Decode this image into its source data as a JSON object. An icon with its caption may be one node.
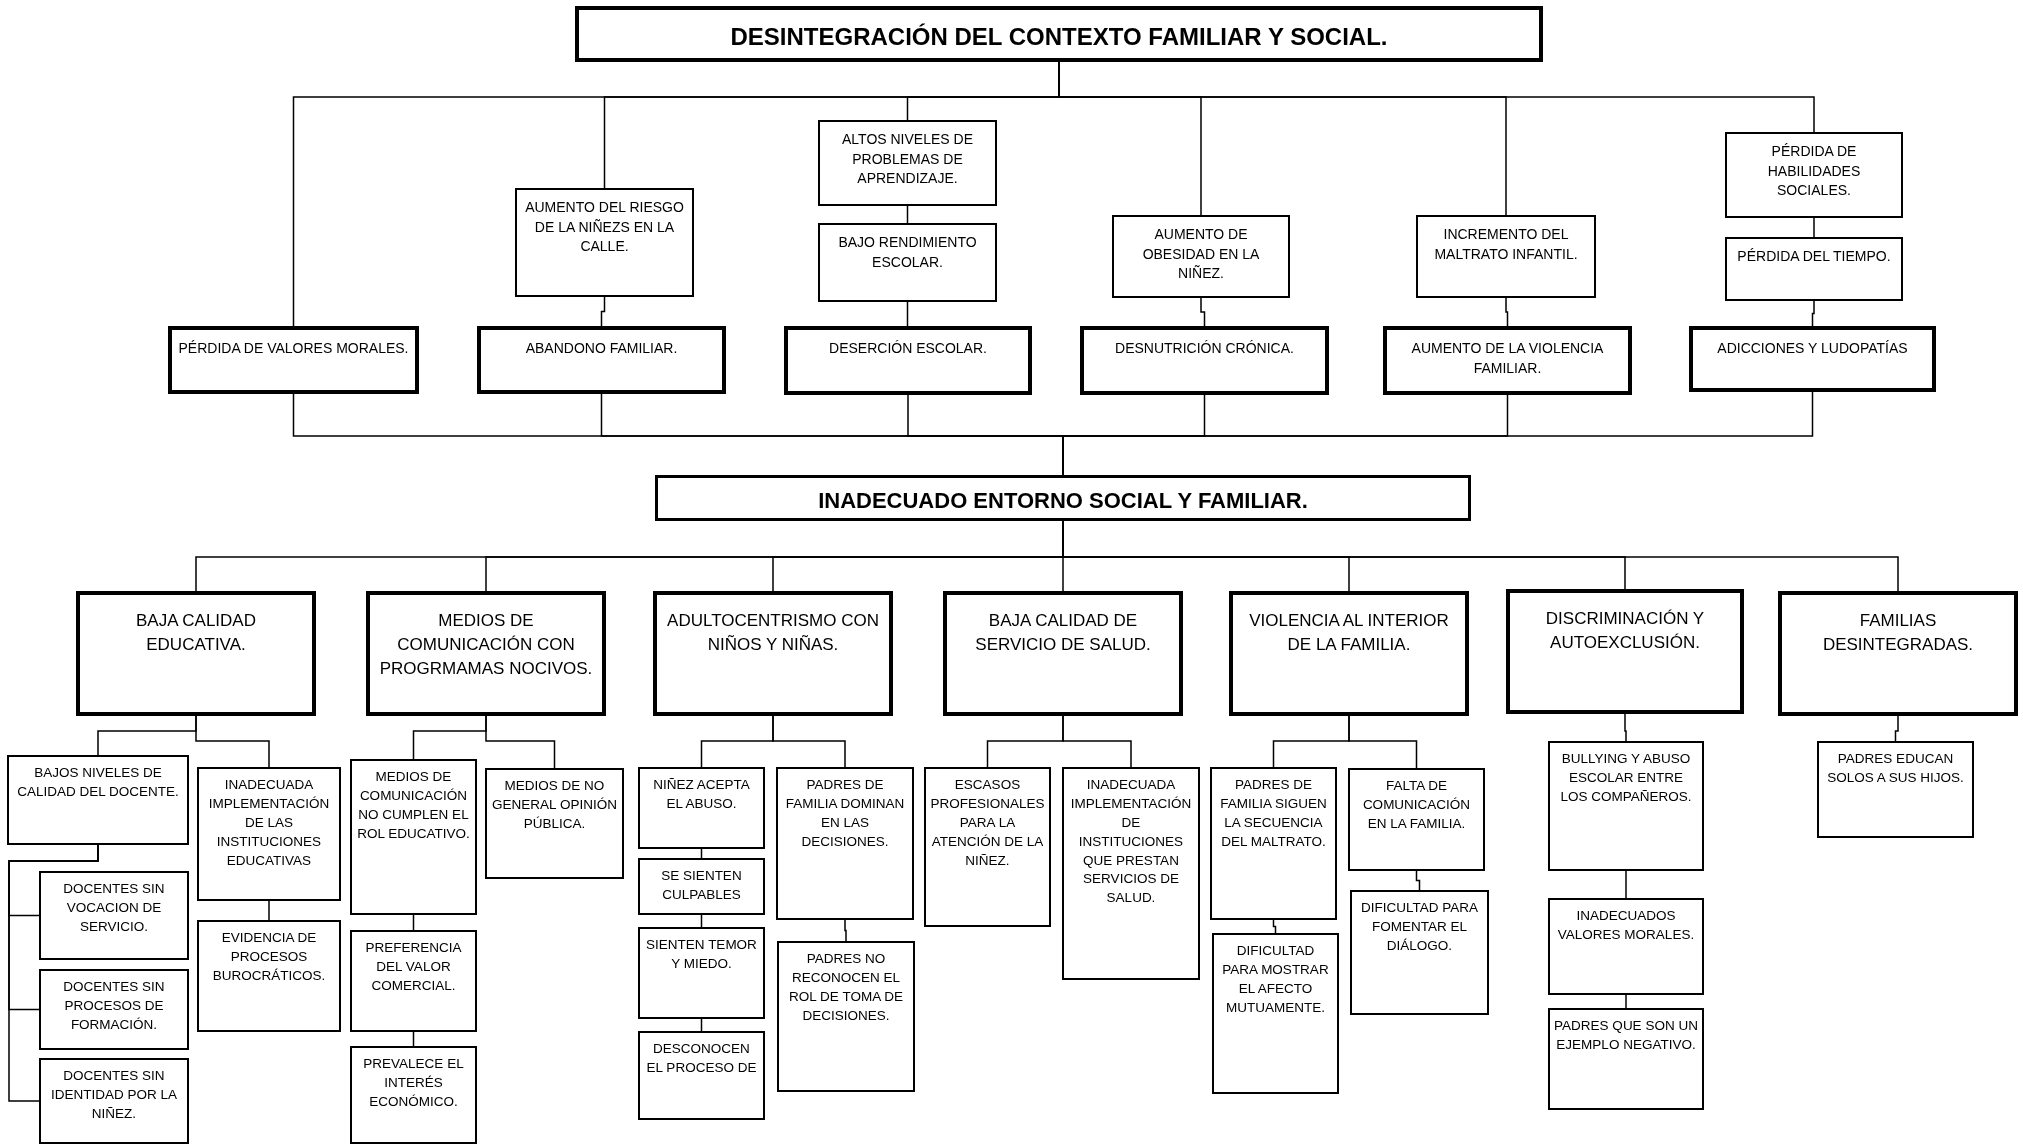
{
  "diagram": {
    "nodes": [
      {
        "text": [
          "DESINTEGRACIÓN DEL CONTEXTO FAMILIAR Y SOCIAL."
        ]
      },
      {
        "text": [
          "PÉRDIDA DE VALORES MORALES."
        ]
      },
      {
        "text": [
          "AUMENTO DEL RIESGO DE LA NIÑEZS EN LA CALLE."
        ]
      },
      {
        "text": [
          "ABANDONO FAMILIAR."
        ]
      },
      {
        "text": [
          "ALTOS NIVELES DE PROBLEMAS DE APRENDIZAJE."
        ]
      },
      {
        "text": [
          "BAJO RENDIMIENTO ESCOLAR."
        ]
      },
      {
        "text": [
          "DESERCIÓN ESCOLAR."
        ]
      },
      {
        "text": [
          "AUMENTO DE OBESIDAD EN LA NIÑEZ."
        ]
      },
      {
        "text": [
          "DESNUTRICIÓN CRÓNICA."
        ]
      },
      {
        "text": [
          "INCREMENTO DEL MALTRATO INFANTIL."
        ]
      },
      {
        "text": [
          "AUMENTO DE LA VIOLENCIA FAMILIAR."
        ]
      },
      {
        "text": [
          "PÉRDIDA DE HABILIDADES SOCIALES."
        ]
      },
      {
        "text": [
          "PÉRDIDA DEL TIEMPO."
        ]
      },
      {
        "text": [
          "ADICCIONES Y LUDOPATÍAS"
        ]
      },
      {
        "text": [
          "INADECUADO ENTORNO SOCIAL Y FAMILIAR."
        ]
      },
      {
        "text": [
          "BAJA CALIDAD EDUCATIVA."
        ]
      },
      {
        "text": [
          "MEDIOS DE COMUNICACIÓN CON PROGRMAMAS NOCIVOS."
        ]
      },
      {
        "text": [
          "ADULTOCENTRISMO CON NIÑOS Y NIÑAS."
        ]
      },
      {
        "text": [
          "BAJA CALIDAD DE SERVICIO DE SALUD."
        ]
      },
      {
        "text": [
          "VIOLENCIA AL INTERIOR DE LA FAMILIA."
        ]
      },
      {
        "text": [
          "DISCRIMINACIÓN Y AUTOEXCLUSIÓN."
        ]
      },
      {
        "text": [
          "FAMILIAS DESINTEGRADAS."
        ]
      },
      {
        "text": [
          "BAJOS NIVELES DE CALIDAD DEL DOCENTE."
        ]
      },
      {
        "text": [
          "DOCENTES SIN VOCACION DE SERVICIO."
        ]
      },
      {
        "text": [
          "DOCENTES SIN PROCESOS DE FORMACIÓN."
        ]
      },
      {
        "text": [
          "DOCENTES SIN IDENTIDAD POR LA NIÑEZ."
        ]
      },
      {
        "text": [
          "INADECUADA IMPLEMENTACIÓN DE LAS INSTITUCIONES EDUCATIVAS"
        ]
      },
      {
        "text": [
          "EVIDENCIA DE PROCESOS BUROCRÁTICOS."
        ]
      },
      {
        "text": [
          "MEDIOS DE COMUNICACIÓN NO CUMPLEN EL ROL EDUCATIVO."
        ]
      },
      {
        "text": [
          "PREFERENCIA DEL VALOR COMERCIAL."
        ]
      },
      {
        "text": [
          "PREVALECE EL INTERÉS ECONÓMICO."
        ]
      },
      {
        "text": [
          "MEDIOS DE NO GENERAL OPINIÓN PÚBLICA."
        ]
      },
      {
        "text": [
          "NIÑEZ ACEPTA EL ABUSO."
        ]
      },
      {
        "text": [
          "SE SIENTEN CULPABLES"
        ]
      },
      {
        "text": [
          "SIENTEN TEMOR Y MIEDO."
        ]
      },
      {
        "text": [
          "DESCONOCEN EL PROCESO DE"
        ]
      },
      {
        "text": [
          "PADRES DE FAMILIA DOMINAN EN LAS DECISIONES."
        ]
      },
      {
        "text": [
          "PADRES NO RECONOCEN EL ROL DE TOMA DE DECISIONES."
        ]
      },
      {
        "text": [
          "ESCASOS PROFESIONALES PARA LA ATENCIÓN DE LA NIÑEZ."
        ]
      },
      {
        "text": [
          "INADECUADA IMPLEMENTACIÓN DE INSTITUCIONES QUE PRESTAN SERVICIOS DE SALUD."
        ]
      },
      {
        "text": [
          "PADRES DE FAMILIA SIGUEN LA SECUENCIA DEL MALTRATO."
        ]
      },
      {
        "text": [
          "DIFICULTAD PARA MOSTRAR EL AFECTO MUTUAMENTE."
        ]
      },
      {
        "text": [
          "FALTA DE COMUNICACIÓN EN LA FAMILIA."
        ]
      },
      {
        "text": [
          "DIFICULTAD PARA FOMENTAR EL DIÁLOGO."
        ]
      },
      {
        "text": [
          "BULLYING Y ABUSO ESCOLAR ENTRE LOS COMPAÑEROS."
        ]
      },
      {
        "text": [
          "INADECUADOS VALORES MORALES."
        ]
      },
      {
        "text": [
          "PADRES QUE SON UN EJEMPLO NEGATIVO."
        ]
      },
      {
        "text": [
          "PADRES EDUCAN SOLOS A SUS HIJOS."
        ]
      }
    ],
    "edges": [
      {
        "from": 0,
        "to": 1,
        "arrow": "none"
      },
      {
        "from": 0,
        "to": 2,
        "arrow": "none"
      },
      {
        "from": 2,
        "to": 3,
        "arrow": "none"
      },
      {
        "from": 0,
        "to": 4,
        "arrow": "none"
      },
      {
        "from": 4,
        "to": 5,
        "arrow": "none"
      },
      {
        "from": 5,
        "to": 6,
        "arrow": "none"
      },
      {
        "from": 0,
        "to": 7,
        "arrow": "none"
      },
      {
        "from": 7,
        "to": 8,
        "arrow": "none"
      },
      {
        "from": 0,
        "to": 9,
        "arrow": "none"
      },
      {
        "from": 9,
        "to": 10,
        "arrow": "none"
      },
      {
        "from": 0,
        "to": 11,
        "arrow": "none"
      },
      {
        "from": 11,
        "to": 12,
        "arrow": "none"
      },
      {
        "from": 12,
        "to": 13,
        "arrow": "none"
      },
      {
        "from": 1,
        "to": 14,
        "arrow": "none"
      },
      {
        "from": 3,
        "to": 14,
        "arrow": "none"
      },
      {
        "from": 6,
        "to": 14,
        "arrow": "none"
      },
      {
        "from": 8,
        "to": 14,
        "arrow": "none"
      },
      {
        "from": 10,
        "to": 14,
        "arrow": "none"
      },
      {
        "from": 13,
        "to": 14,
        "arrow": "none"
      },
      {
        "from": 14,
        "to": 15,
        "arrow": "none"
      },
      {
        "from": 14,
        "to": 16,
        "arrow": "none"
      },
      {
        "from": 14,
        "to": 17,
        "arrow": "none"
      },
      {
        "from": 14,
        "to": 18,
        "arrow": "none"
      },
      {
        "from": 14,
        "to": 19,
        "arrow": "none"
      },
      {
        "from": 14,
        "to": 20,
        "arrow": "none"
      },
      {
        "from": 14,
        "to": 21,
        "arrow": "none"
      },
      {
        "from": 15,
        "to": 22,
        "arrow": "none"
      },
      {
        "from": 22,
        "to": 23,
        "arrow": "none"
      },
      {
        "from": 22,
        "to": 24,
        "arrow": "none"
      },
      {
        "from": 22,
        "to": 25,
        "arrow": "none"
      },
      {
        "from": 15,
        "to": 26,
        "arrow": "none"
      },
      {
        "from": 26,
        "to": 27,
        "arrow": "none"
      },
      {
        "from": 16,
        "to": 28,
        "arrow": "none"
      },
      {
        "from": 28,
        "to": 29,
        "arrow": "none"
      },
      {
        "from": 29,
        "to": 30,
        "arrow": "none"
      },
      {
        "from": 16,
        "to": 31,
        "arrow": "none"
      },
      {
        "from": 17,
        "to": 32,
        "arrow": "none"
      },
      {
        "from": 32,
        "to": 33,
        "arrow": "none"
      },
      {
        "from": 33,
        "to": 34,
        "arrow": "none"
      },
      {
        "from": 34,
        "to": 35,
        "arrow": "none"
      },
      {
        "from": 17,
        "to": 36,
        "arrow": "none"
      },
      {
        "from": 36,
        "to": 37,
        "arrow": "none"
      },
      {
        "from": 18,
        "to": 38,
        "arrow": "none"
      },
      {
        "from": 18,
        "to": 39,
        "arrow": "none"
      },
      {
        "from": 19,
        "to": 40,
        "arrow": "none"
      },
      {
        "from": 40,
        "to": 41,
        "arrow": "none"
      },
      {
        "from": 19,
        "to": 42,
        "arrow": "none"
      },
      {
        "from": 42,
        "to": 43,
        "arrow": "none"
      },
      {
        "from": 20,
        "to": 44,
        "arrow": "none"
      },
      {
        "from": 44,
        "to": 45,
        "arrow": "none"
      },
      {
        "from": 45,
        "to": 46,
        "arrow": "none"
      },
      {
        "from": 21,
        "to": 47,
        "arrow": "none"
      }
    ]
  }
}
